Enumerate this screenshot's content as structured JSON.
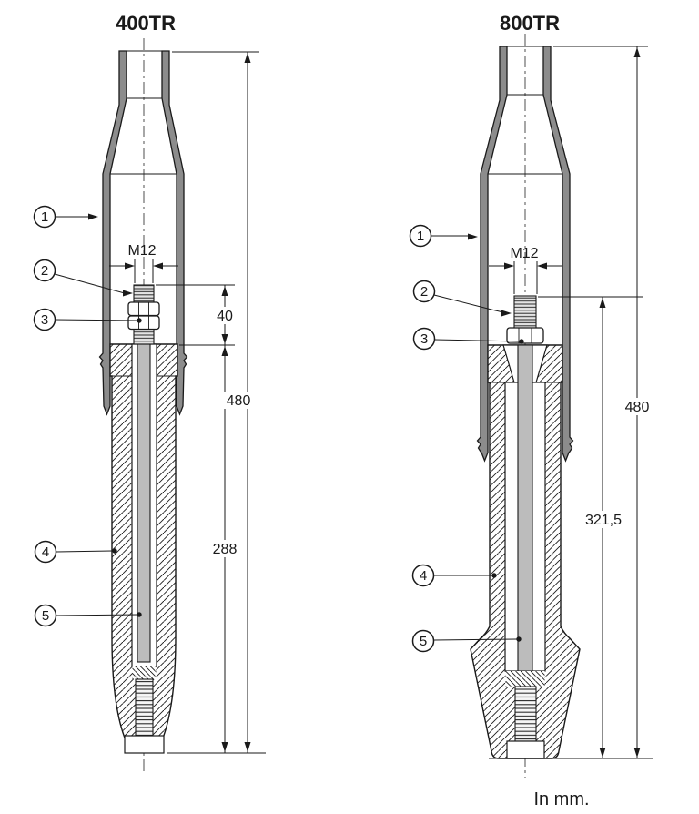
{
  "page": {
    "units_label": "In mm."
  },
  "colors": {
    "line": "#1a1a1a",
    "tube_fill": "#8c8c8c",
    "rod_fill": "#bcbcbc",
    "background": "#ffffff"
  },
  "diagrams": [
    {
      "title": "400TR",
      "thread_label": "M12",
      "dimensions": {
        "stud_height": "40",
        "body_height": "288",
        "total_height": "480"
      },
      "balloons": [
        "1",
        "2",
        "3",
        "4",
        "5"
      ]
    },
    {
      "title": "800TR",
      "thread_label": "M12",
      "dimensions": {
        "body_height": "321,5",
        "total_height": "480"
      },
      "balloons": [
        "1",
        "2",
        "3",
        "4",
        "5"
      ]
    }
  ]
}
